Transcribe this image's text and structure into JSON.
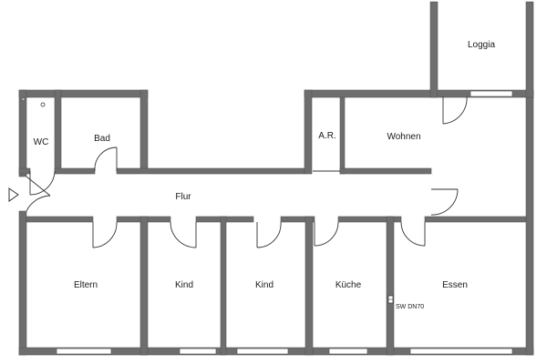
{
  "colors": {
    "wall": "#6e6e6e",
    "wall_edge": "#555555",
    "door_line": "#333333",
    "window": "#ffffff",
    "background": "#ffffff"
  },
  "rooms": {
    "loggia": "Loggia",
    "wc": "WC",
    "bad": "Bad",
    "ar": "A.R.",
    "wohnen": "Wohnen",
    "flur": "Flur",
    "eltern": "Eltern",
    "kind_1": "Kind",
    "kind_2": "Kind",
    "kueche": "Küche",
    "essen": "Essen"
  },
  "annotations": {
    "drain": "SW DN70"
  },
  "icons": {
    "entrance": "entrance-arrow-icon",
    "drain": "drain-marker-icon",
    "fixture": "fixture-circle-icon"
  }
}
